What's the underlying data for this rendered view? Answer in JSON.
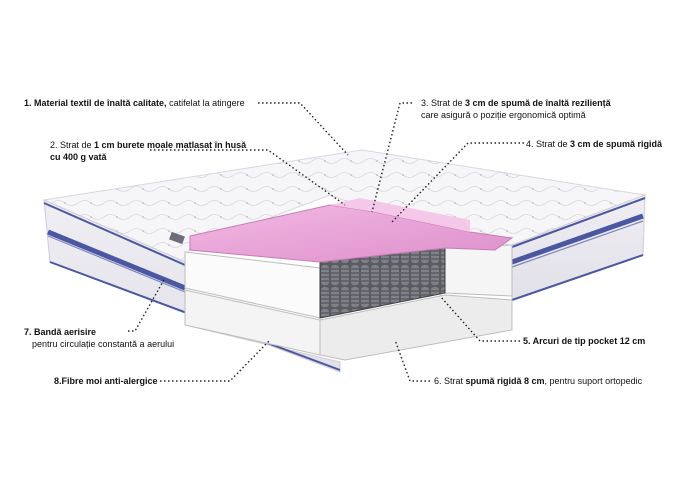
{
  "labels": {
    "l1": {
      "bold": "1. Material textil de înaltă calitate,",
      "rest": " catifelat la atingere"
    },
    "l2": {
      "pre": "2. Strat de ",
      "bold": "1 cm burete moale matlasat în husă",
      "line2": "cu 400 g vată"
    },
    "l3": {
      "pre": "3. Strat de ",
      "bold": "3 cm de spumă de înaltă reziliență",
      "line2": "care asigură o poziție ergonomică optimă"
    },
    "l4": {
      "pre": "4. Strat de ",
      "bold": "3 cm de spumă rigidă"
    },
    "l5": {
      "bold": "5. Arcuri de tip pocket 12 cm"
    },
    "l6": {
      "pre": "6. Strat ",
      "bold": "spumă rigidă 8 cm",
      "rest": ", pentru suport ortopedic"
    },
    "l7": {
      "bold": "7. Bandă aerisire",
      "line2": "pentru circulație constantă a aerului"
    },
    "l8": {
      "bold": "8.Fibre moi anti-alergice"
    }
  },
  "colors": {
    "pink_foam": "#e9a6d6",
    "band_blue": "#4b57a0",
    "fabric": "#f3f1f4",
    "leader": "#222222"
  }
}
